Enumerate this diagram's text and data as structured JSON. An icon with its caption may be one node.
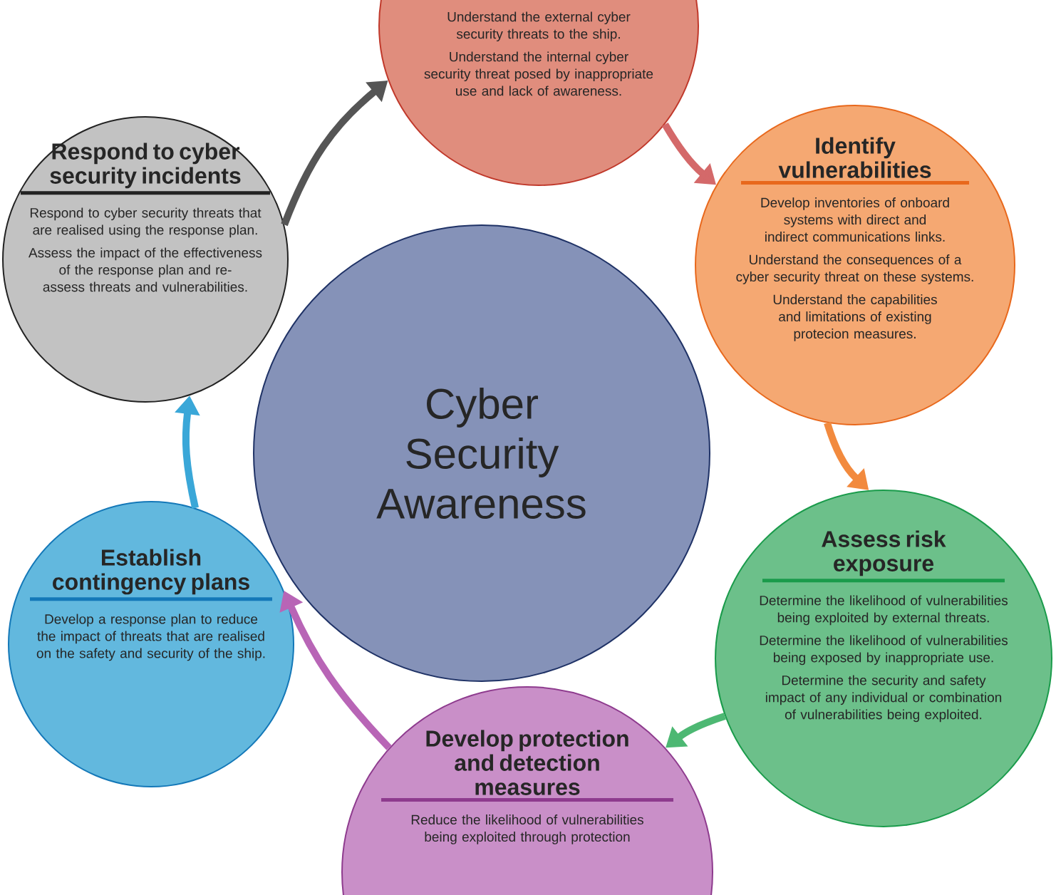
{
  "diagram": {
    "nodes": [
      {
        "text": [
          "Cyber Security Awareness"
        ]
      },
      {
        "text": [
          "Understand the external cyber security threats to the ship.",
          "Understand the internal cyber security threat posed by inappropriate use and lack of awareness."
        ]
      },
      {
        "text": [
          "Identify vulnerabilities",
          "Develop inventories of onboard systems with direct and indirect communications links.",
          "Understand the consequences of a cyber security threat on these systems.",
          "Understand the capabilities and limitations of existing protecion measures."
        ]
      },
      {
        "text": [
          "Assess risk exposure",
          "Determine the likelihood of vulnerabilities being exploited by external threats.",
          "Determine the likelihood of vulnerabilities being exposed by inappropriate use.",
          "Determine the security and safety impact of any individual or combination of vulnerabilities being exploited."
        ]
      },
      {
        "text": [
          "Develop protection and detection measures",
          "Reduce the likelihood of vulnerabilities being exploited through protection"
        ]
      },
      {
        "text": [
          "Establish contingency plans",
          "Develop a response plan to reduce the impact of threats that are realised on the safety and security of the ship."
        ]
      },
      {
        "text": [
          "Respond to cyber security incidents",
          "Respond to cyber security threats that are realised using the response plan.",
          "Assess the impact of the effectiveness of the response plan and re-assess threats and vulnerabilities."
        ]
      }
    ],
    "edges": [
      {
        "from": 1,
        "to": 2,
        "arrow": "to",
        "color": "#d4696a"
      },
      {
        "from": 2,
        "to": 3,
        "arrow": "to",
        "color": "#f28a3e"
      },
      {
        "from": 3,
        "to": 4,
        "arrow": "to",
        "color": "#4db873"
      },
      {
        "from": 4,
        "to": 5,
        "arrow": "to",
        "color": "#b865b6"
      },
      {
        "from": 5,
        "to": 6,
        "arrow": "to",
        "color": "#3aa7d8"
      },
      {
        "from": 6,
        "to": 1,
        "arrow": "to",
        "color": "#555555"
      }
    ]
  }
}
